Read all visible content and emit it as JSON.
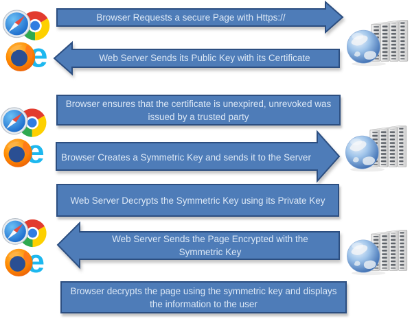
{
  "diagram": {
    "description": "HTTPS secure page request flow between Browser and Web Server",
    "palette": {
      "shape_fill": "#4e7cb8",
      "shape_border": "#2c4e80",
      "shape_text": "#dce8f6",
      "background": "#ffffff"
    },
    "icons": {
      "browser_cluster": "browser-logos-icon (Safari, Chrome, Firefox, Internet Explorer)",
      "web_server": "globe-server-rack-icon"
    },
    "steps": [
      {
        "shape": "arrow-right",
        "text": "Browser Requests a secure Page with Https://"
      },
      {
        "shape": "arrow-left",
        "text": "Web Server Sends its Public Key with its Certificate"
      },
      {
        "shape": "rectangle",
        "text": "Browser ensures that the certificate is unexpired, unrevoked was issued by a trusted party"
      },
      {
        "shape": "arrow-right",
        "text": "Browser Creates a Symmetric Key and sends it to the Server"
      },
      {
        "shape": "rectangle",
        "text": "Web Server Decrypts the Symmetric Key using its Private Key"
      },
      {
        "shape": "arrow-left",
        "text": "Web Server Sends the Page Encrypted with the Symmetric Key"
      },
      {
        "shape": "rectangle",
        "text": "Browser decrypts the page using the symmetric key and displays the information to the user"
      }
    ]
  }
}
